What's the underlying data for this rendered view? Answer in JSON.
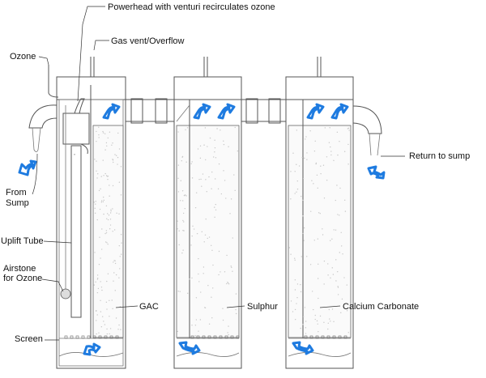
{
  "labels": {
    "powerhead": "Powerhead with venturi recirculates ozone",
    "gas_vent": "Gas vent/Overflow",
    "ozone": "Ozone",
    "from_sump_line1": "From",
    "from_sump_line2": "Sump",
    "uplift_tube": "Uplift Tube",
    "airstone_line1": "Airstone",
    "airstone_line2": "for Ozone",
    "screen": "Screen",
    "gac": "GAC",
    "sulphur": "Sulphur",
    "calcium_carbonate": "Calcium Carbonate",
    "return_to_sump": "Return to sump"
  },
  "chambers": [
    {
      "media": "GAC"
    },
    {
      "media": "Sulphur"
    },
    {
      "media": "Calcium Carbonate"
    }
  ],
  "colors": {
    "flow_arrow": "#1e7be0",
    "line": "#555555"
  }
}
